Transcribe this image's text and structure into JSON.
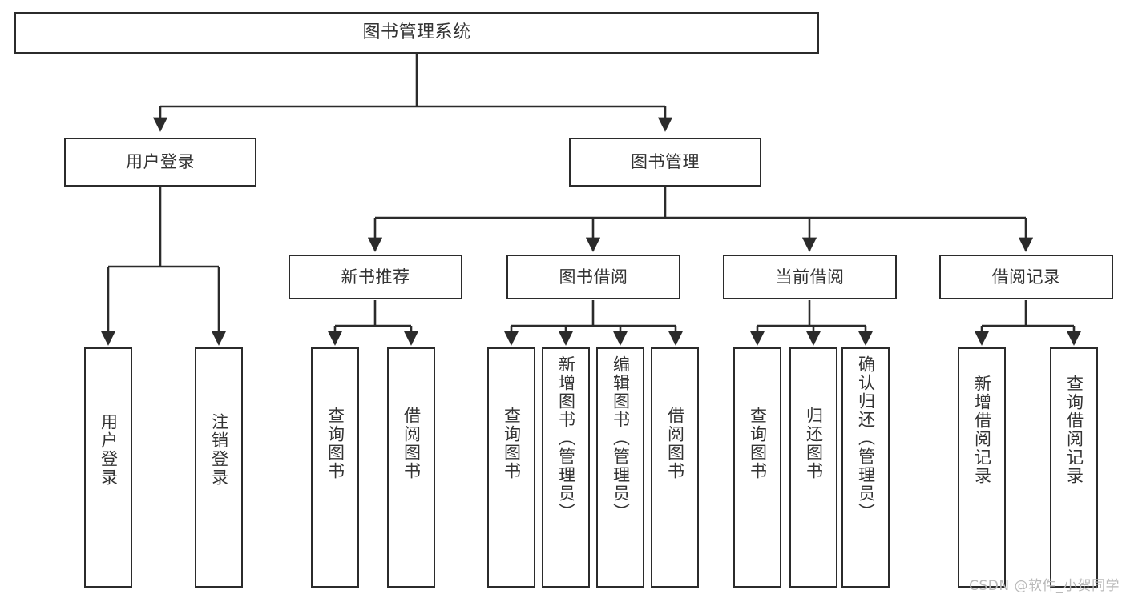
{
  "diagram": {
    "title": "图书管理系统",
    "type": "tree",
    "watermark": "CSDN @软件_小贺同学",
    "colors": {
      "border": "#2b2b2b",
      "text": "#333333",
      "connector": "#2b2b2b",
      "background": "#ffffff",
      "watermark": "#b9b9b9"
    },
    "levels": {
      "root": [
        {
          "id": "root",
          "label": "图书管理系统",
          "orientation": "horizontal"
        }
      ],
      "level1": [
        {
          "id": "user-login",
          "label": "用户登录",
          "orientation": "horizontal"
        },
        {
          "id": "book-manage",
          "label": "图书管理",
          "orientation": "horizontal"
        }
      ],
      "level2": [
        {
          "id": "new-book-rec",
          "label": "新书推荐",
          "orientation": "horizontal",
          "parent": "book-manage"
        },
        {
          "id": "book-borrow",
          "label": "图书借阅",
          "orientation": "horizontal",
          "parent": "book-manage"
        },
        {
          "id": "current-borrow",
          "label": "当前借阅",
          "orientation": "horizontal",
          "parent": "book-manage"
        },
        {
          "id": "borrow-record",
          "label": "借阅记录",
          "orientation": "horizontal",
          "parent": "book-manage"
        }
      ],
      "leaves": [
        {
          "id": "leaf-user-login",
          "label": "用户登录",
          "orientation": "vertical",
          "parent": "user-login"
        },
        {
          "id": "leaf-logout",
          "label": "注销登录",
          "orientation": "vertical",
          "parent": "user-login"
        },
        {
          "id": "leaf-query-book-1",
          "label": "查询图书",
          "orientation": "vertical",
          "parent": "new-book-rec"
        },
        {
          "id": "leaf-borrow-book-1",
          "label": "借阅图书",
          "orientation": "vertical",
          "parent": "new-book-rec"
        },
        {
          "id": "leaf-query-book-2",
          "label": "查询图书",
          "orientation": "vertical",
          "parent": "book-borrow"
        },
        {
          "id": "leaf-add-book",
          "label": "新增图书（管理员）",
          "orientation": "vertical",
          "parent": "book-borrow"
        },
        {
          "id": "leaf-edit-book",
          "label": "编辑图书（管理员）",
          "orientation": "vertical",
          "parent": "book-borrow"
        },
        {
          "id": "leaf-borrow-book-2",
          "label": "借阅图书",
          "orientation": "vertical",
          "parent": "book-borrow"
        },
        {
          "id": "leaf-query-book-3",
          "label": "查询图书",
          "orientation": "vertical",
          "parent": "current-borrow"
        },
        {
          "id": "leaf-return-book",
          "label": "归还图书",
          "orientation": "vertical",
          "parent": "current-borrow"
        },
        {
          "id": "leaf-confirm-return",
          "label": "确认归还（管理员）",
          "orientation": "vertical",
          "parent": "current-borrow"
        },
        {
          "id": "leaf-add-record",
          "label": "新增借阅记录",
          "orientation": "vertical",
          "parent": "borrow-record"
        },
        {
          "id": "leaf-query-record",
          "label": "查询借阅记录",
          "orientation": "vertical",
          "parent": "borrow-record"
        }
      ]
    }
  }
}
